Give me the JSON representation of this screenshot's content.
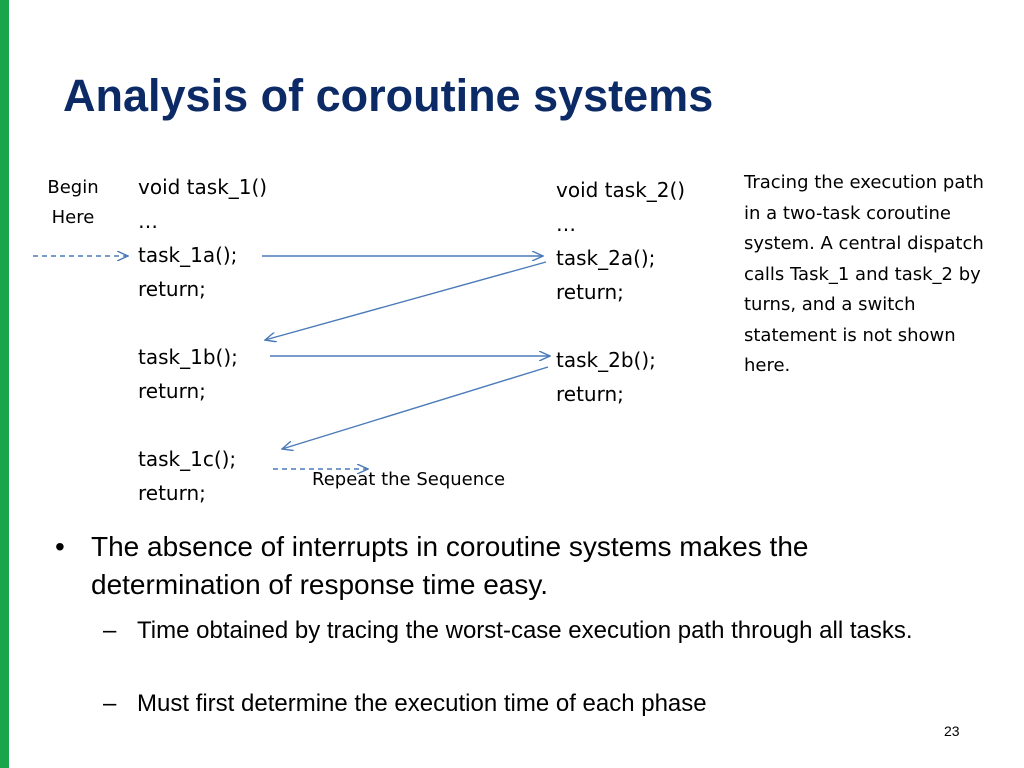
{
  "slide": {
    "title": "Analysis of coroutine systems",
    "page_number": "23",
    "accent_color": "#1aa54a",
    "title_color": "#0c2a66",
    "arrow_color": "#4a7ab8"
  },
  "diagram": {
    "begin_line1": "Begin",
    "begin_line2": "Here",
    "task1": {
      "header": "void task_1()",
      "ellipsis": "…",
      "a_call": "task_1a();",
      "a_return": "return;",
      "b_call": "task_1b();",
      "b_return": "return;",
      "c_call": "task_1c();",
      "c_return": "return;"
    },
    "task2": {
      "header": "void task_2()",
      "ellipsis": "…",
      "a_call": "task_2a();",
      "a_return": "return;",
      "b_call": "task_2b();",
      "b_return": "return;"
    },
    "repeat_label": "Repeat the Sequence",
    "note": "Tracing the execution path in a two-task coroutine system. A central dispatch calls Task_1 and task_2 by turns, and a switch statement is not shown here."
  },
  "bullets": {
    "main": "The absence of interrupts in coroutine systems makes the determination of response time easy.",
    "sub1": "Time obtained by tracing the worst-case execution path through all tasks.",
    "sub2": "Must first determine the execution time of each phase"
  }
}
